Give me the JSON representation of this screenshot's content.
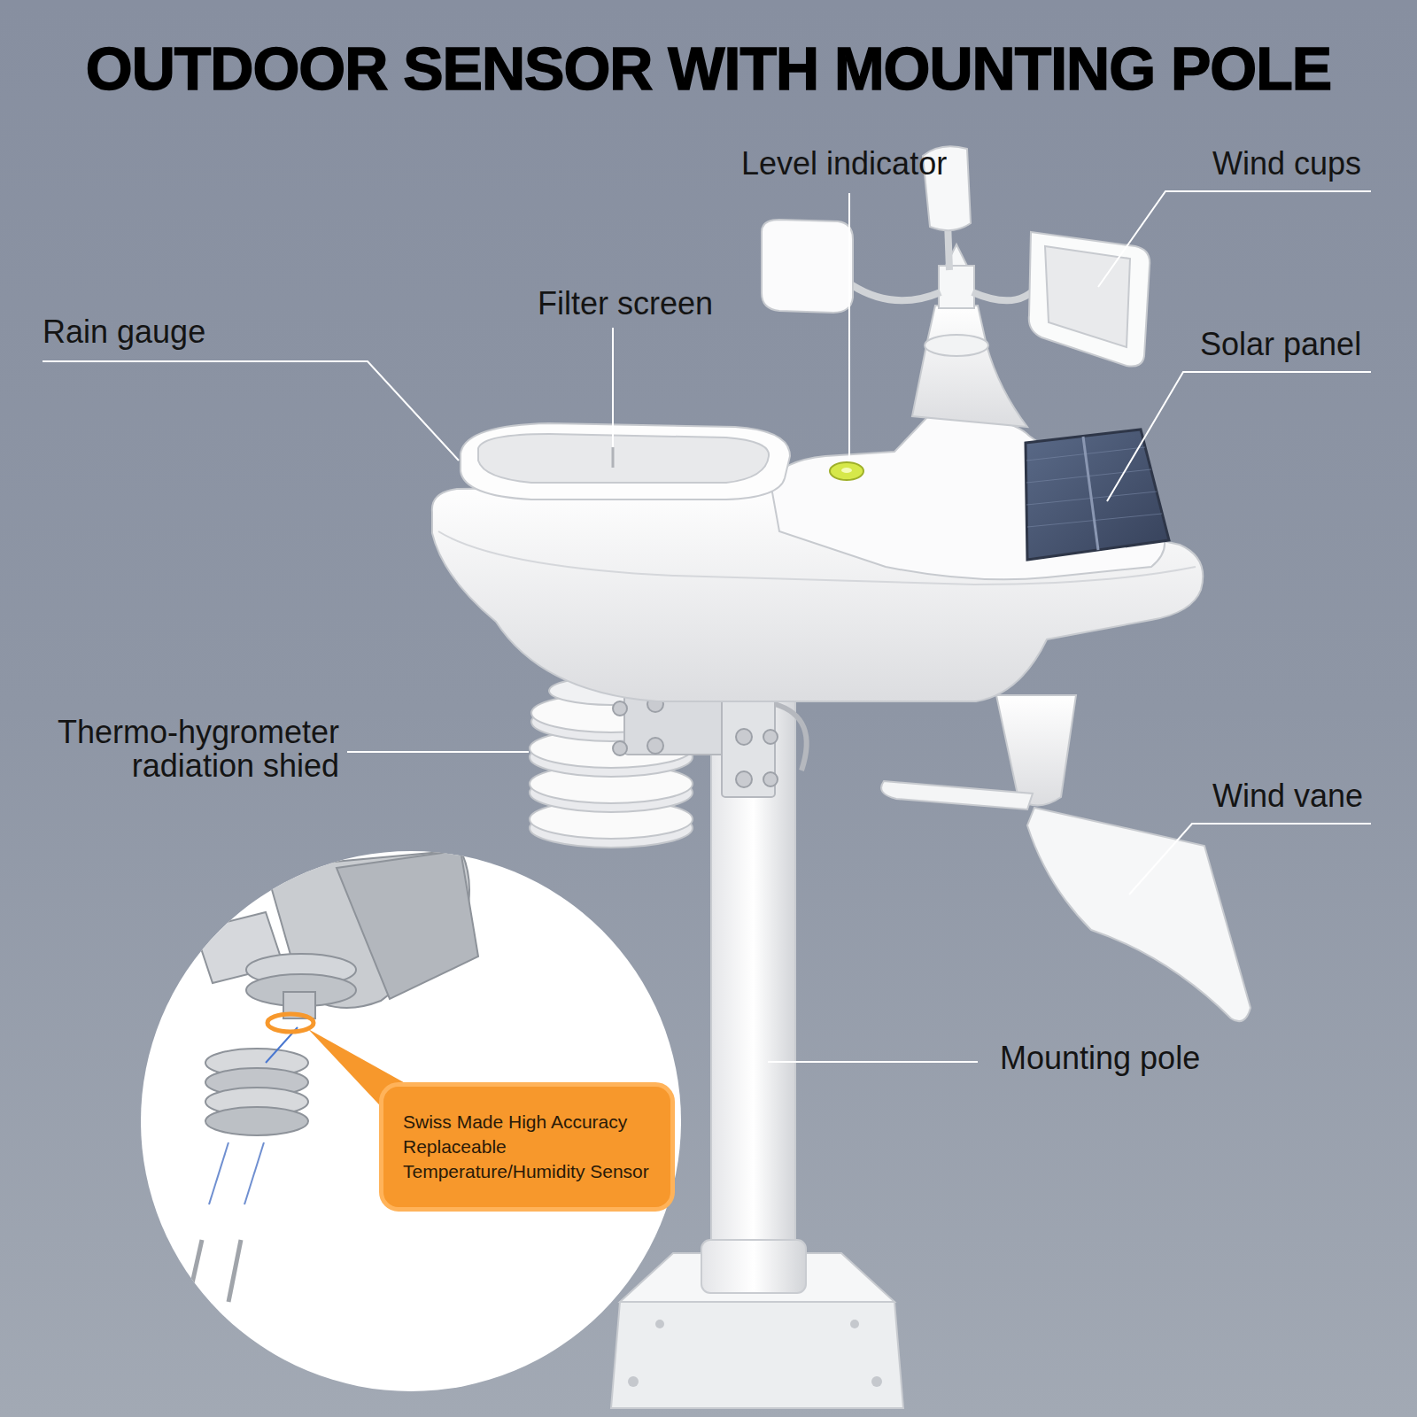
{
  "diagram": {
    "title": "OUTDOOR SENSOR WITH MOUNTING POLE",
    "nodes": [
      {
        "text": [
          "Swiss Made High Accuracy Replaceable Temperature/Humidity Sensor"
        ]
      }
    ],
    "labels": [
      "Level indicator",
      "Wind cups",
      "Filter screen",
      "Rain gauge",
      "Solar panel",
      "Thermo-hygrometer radiation shied",
      "Wind vane",
      "Mounting pole"
    ]
  }
}
